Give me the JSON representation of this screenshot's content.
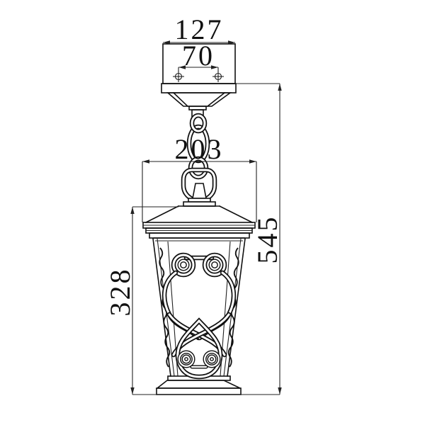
{
  "dimensions": {
    "canopy_width": "127",
    "mounting_hole_spacing": "70",
    "lantern_width": "203",
    "body_height": "328",
    "overall_height": "545"
  },
  "colors": {
    "background": "#ffffff",
    "line": "#111111",
    "dimension_line": "#222222"
  }
}
